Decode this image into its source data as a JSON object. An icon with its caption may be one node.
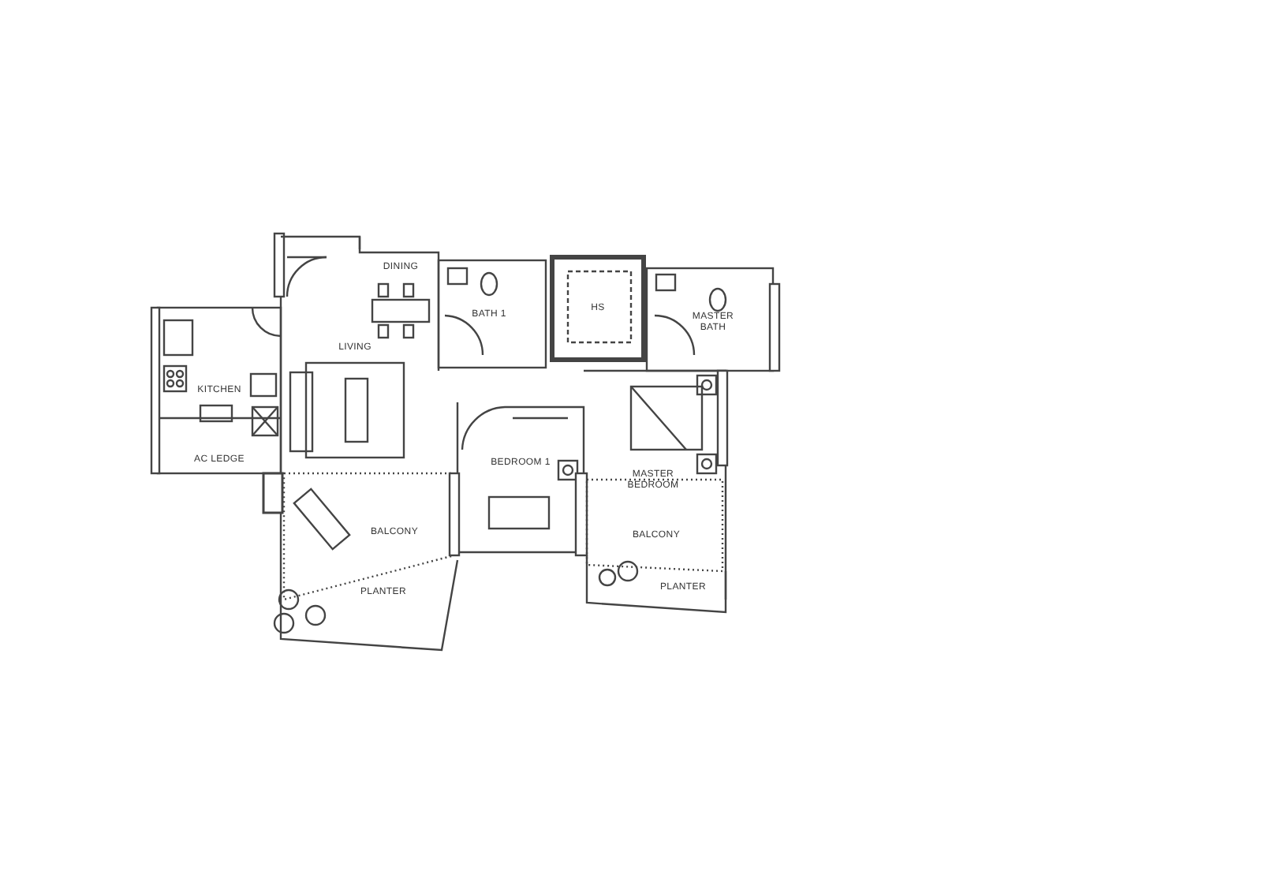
{
  "diagram": {
    "labels": [
      "DINING",
      "BATH 1",
      "HS",
      "MASTER BATH",
      "KITCHEN",
      "LIVING",
      "AC LEDGE",
      "BEDROOM 1",
      "MASTER BEDROOM",
      "BALCONY",
      "BALCONY",
      "PLANTER",
      "PLANTER"
    ]
  }
}
